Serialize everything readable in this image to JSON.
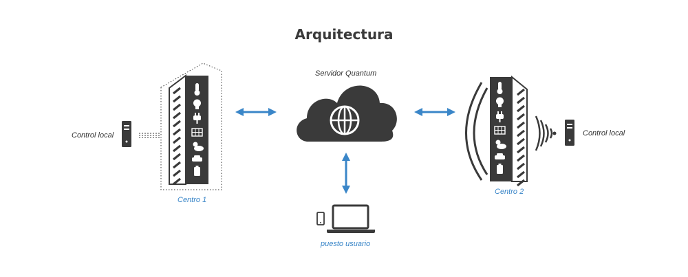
{
  "title": "Arquitectura",
  "nodes": {
    "server": {
      "label": "Servidor Quantum",
      "icon": "cloud-globe-icon"
    },
    "center1": {
      "label": "Centro 1",
      "icon": "building-icon"
    },
    "center2": {
      "label": "Centro 2",
      "icon": "building-icon"
    },
    "local_left": {
      "label": "Control local",
      "icon": "server-tower-icon"
    },
    "local_right": {
      "label": "Control local",
      "icon": "server-tower-icon"
    },
    "workstation": {
      "label": "puesto usuario",
      "icon": "laptop-icon"
    }
  },
  "colors": {
    "dark": "#3a3a3a",
    "accent": "#3a86c8"
  },
  "building_icons": [
    "thermometer-icon",
    "lightbulb-icon",
    "plug-icon",
    "solar-panel-icon",
    "weather-icon",
    "car-icon",
    "battery-icon"
  ]
}
